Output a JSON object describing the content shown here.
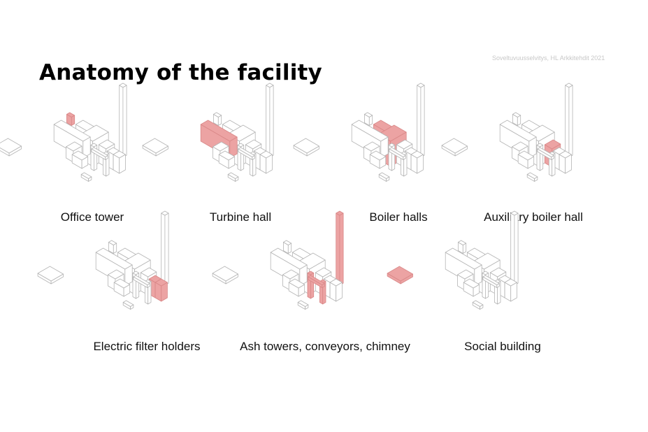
{
  "credit": "Soveltuvuusselvitys, HL Arkkitehdit 2021",
  "title": "Anatomy of the facility",
  "highlight_color": "#eca3a3",
  "outline_color": "#b4b4b4",
  "panels": [
    {
      "label": "Office tower"
    },
    {
      "label": "Turbine hall"
    },
    {
      "label": "Boiler halls"
    },
    {
      "label": "Auxiliary boiler hall"
    },
    {
      "label": "Electric filter holders"
    },
    {
      "label": "Ash towers, conveyors, chimney"
    },
    {
      "label": "Social building"
    }
  ]
}
